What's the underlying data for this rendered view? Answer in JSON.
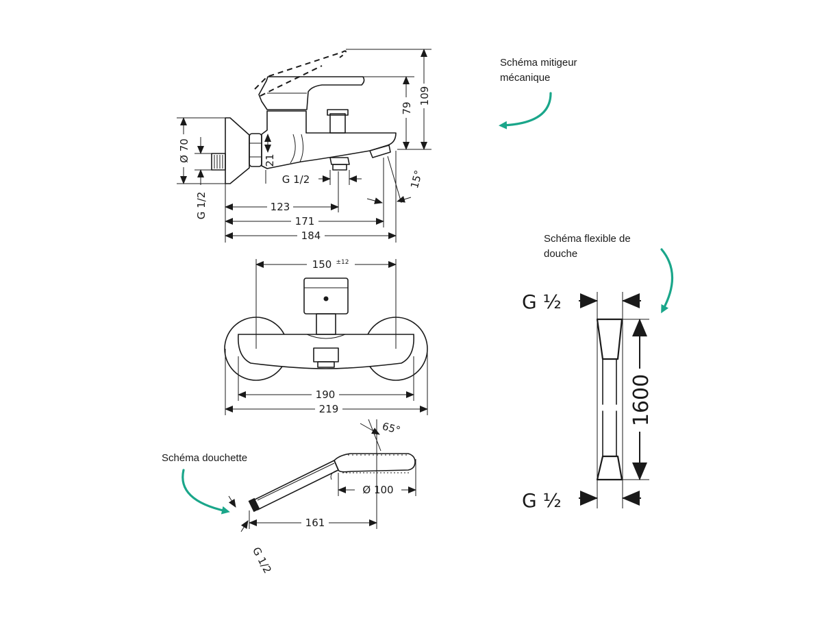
{
  "captions": {
    "mixer": "Schéma mitigeur mécanique",
    "hose": "Schéma flexible de douche",
    "handshower": "Schéma douchette"
  },
  "mixer_side": {
    "dim_109": "109",
    "dim_79": "79",
    "dim_70": "Ø 70",
    "dim_21": "21",
    "dim_g12_left": "G 1/2",
    "dim_g12_outlet": "G 1/2",
    "dim_15deg": "15°",
    "dim_123": "123",
    "dim_171": "171",
    "dim_184": "184"
  },
  "mixer_top": {
    "dim_150": "150",
    "dim_150_tol": "±12",
    "dim_190": "190",
    "dim_219": "219"
  },
  "handshower": {
    "dim_65deg": "65°",
    "dim_100": "Ø 100",
    "dim_161": "161",
    "dim_g12": "G 1/2"
  },
  "hose": {
    "dim_top": "G ½",
    "dim_bottom": "G ½",
    "dim_length": "1600"
  },
  "colors": {
    "accent": "#1aa68a",
    "line": "#1a1a1a"
  }
}
